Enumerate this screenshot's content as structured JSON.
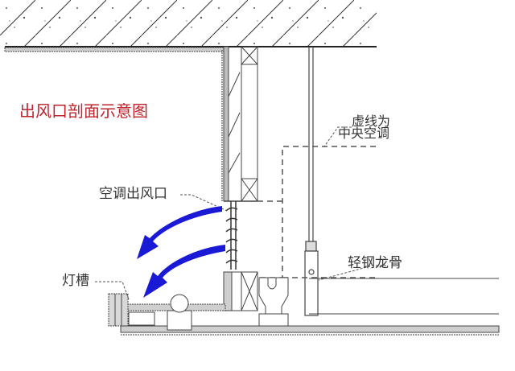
{
  "diagram": {
    "title": "出风口剖面示意图",
    "title_color": "#c0232b",
    "arrow_color": "#1a1ad6",
    "labels": {
      "dashed_line_note_line1": "虚线为",
      "dashed_line_note_line2": "中央空调",
      "ac_outlet": "空调出风口",
      "light_trough": "灯槽",
      "light_steel_keel": "轻钢龙骨"
    }
  }
}
